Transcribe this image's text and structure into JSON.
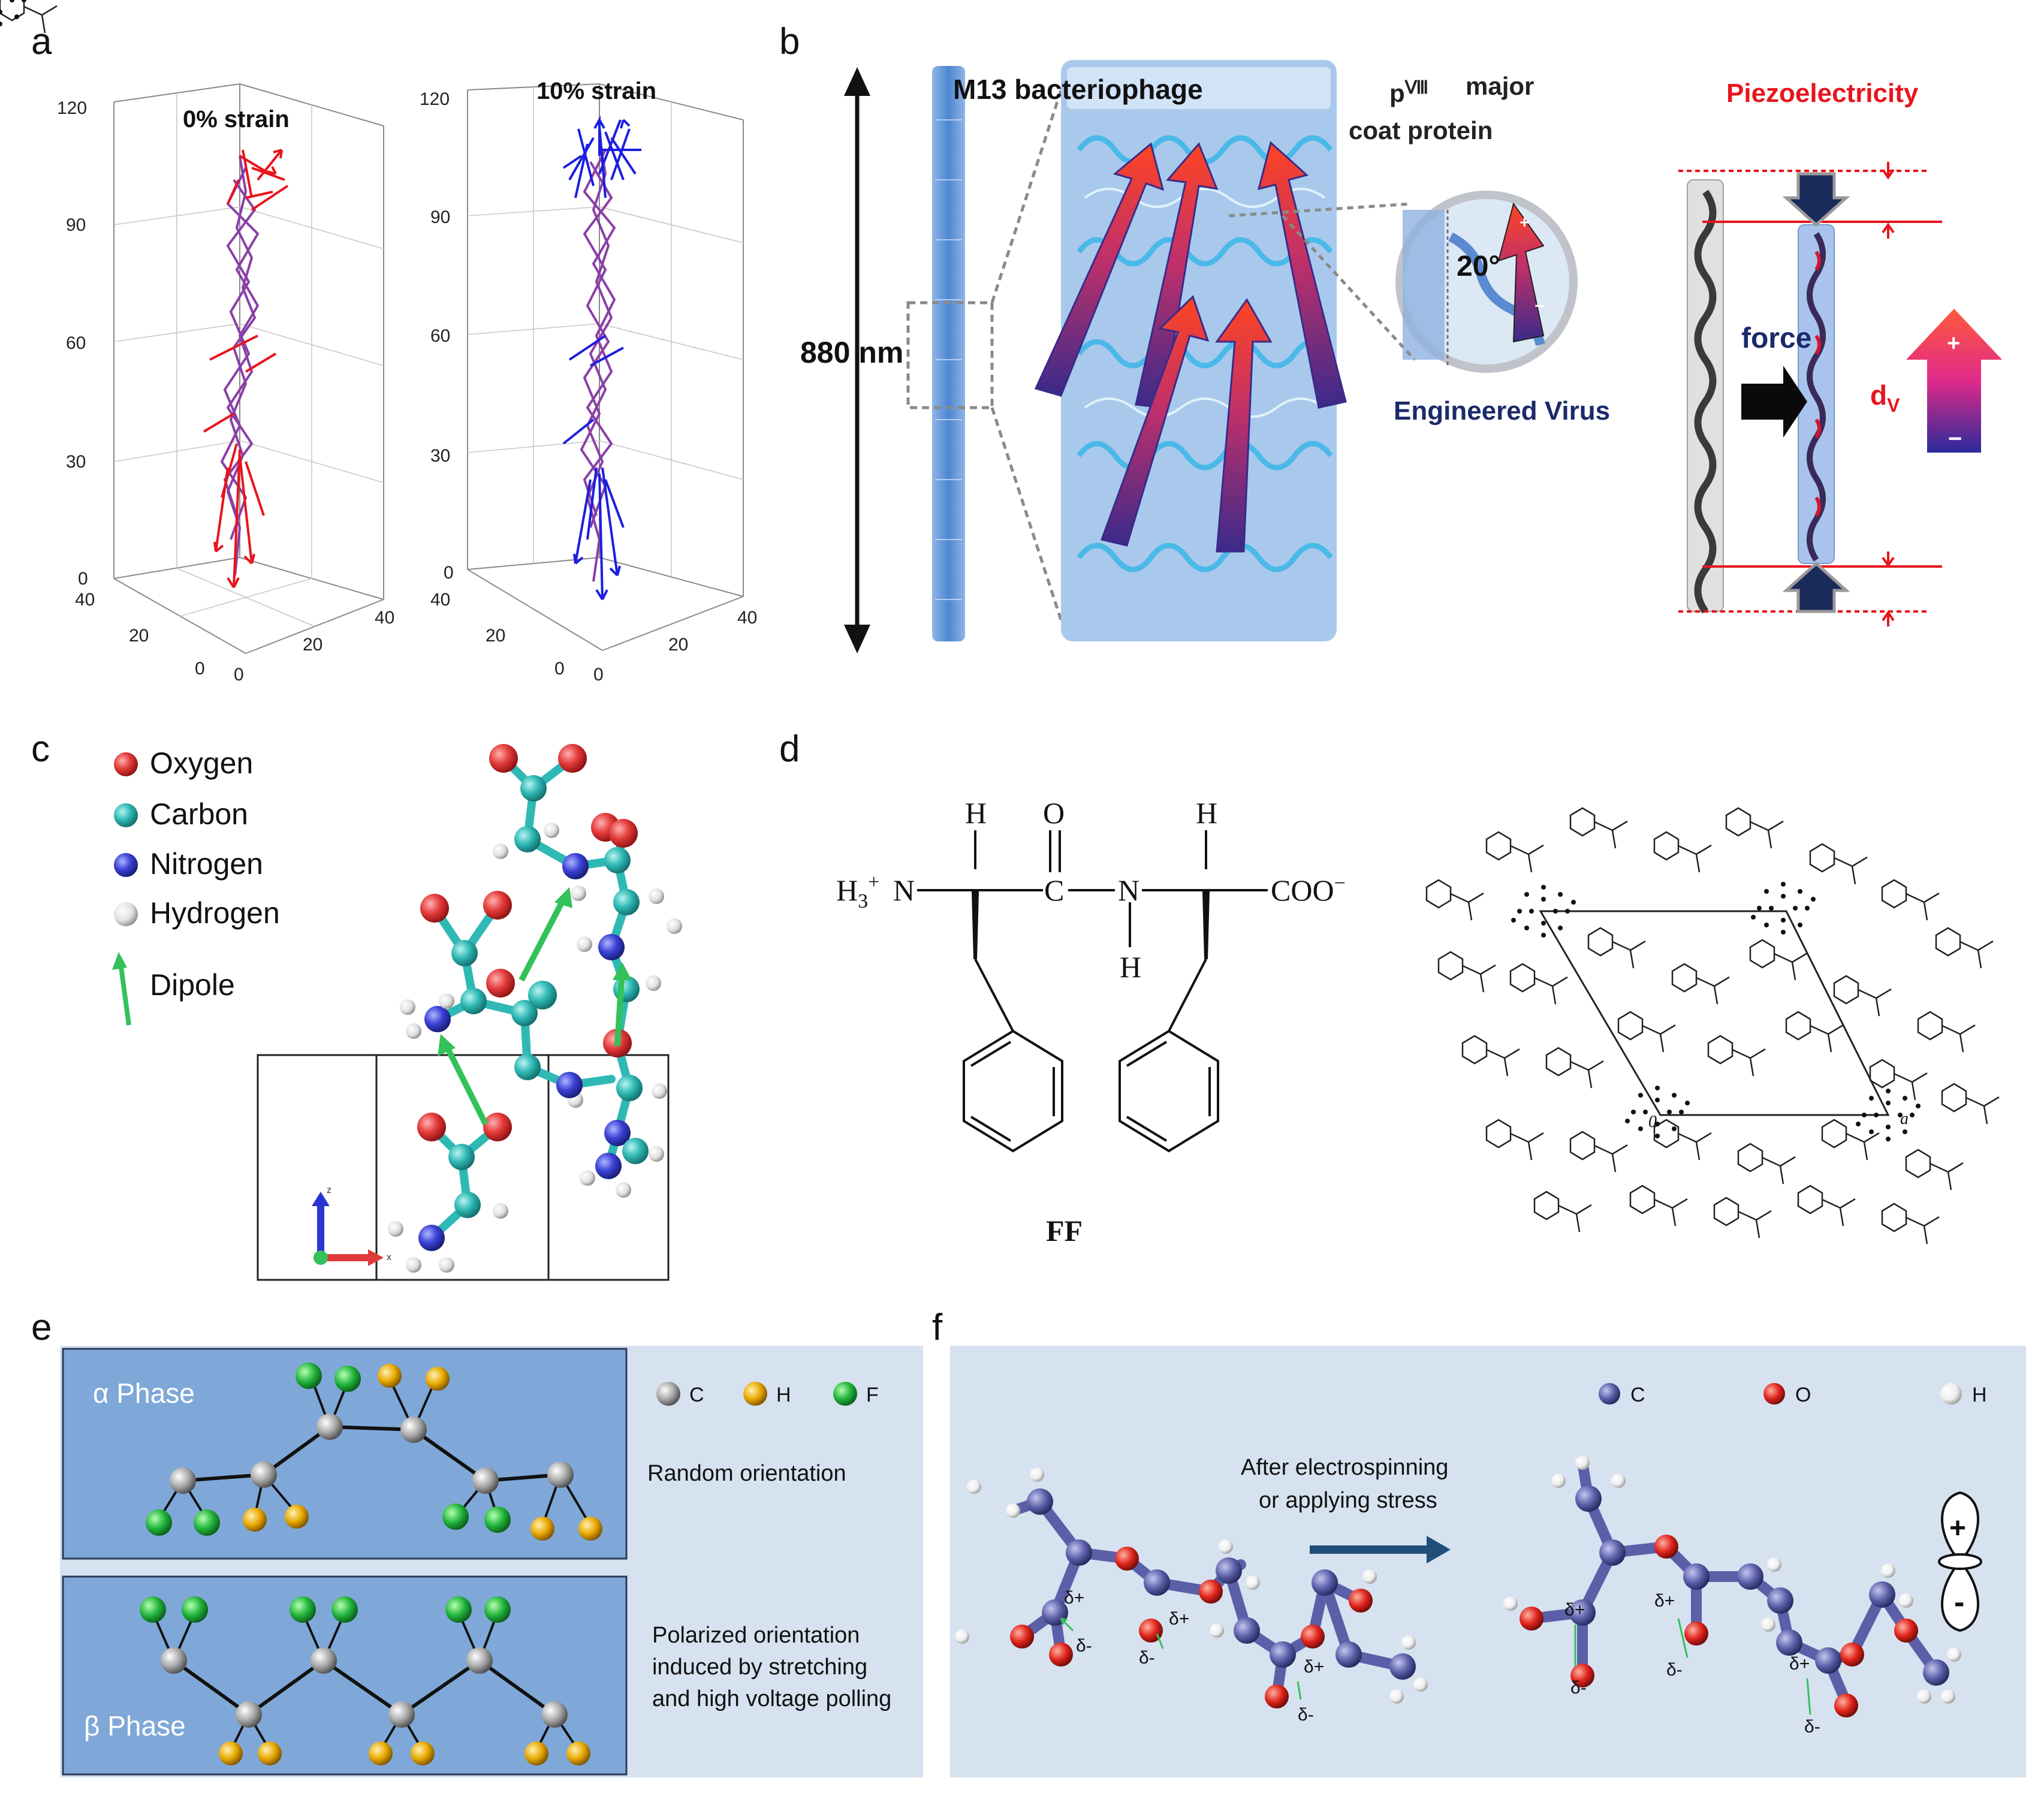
{
  "panels": {
    "a": {
      "label": "a",
      "left_title": "0% strain",
      "right_title": "10% strain",
      "z_ticks": [
        "0",
        "30",
        "60",
        "90",
        "120"
      ],
      "floor_ticks": [
        "40",
        "20",
        "0",
        "0",
        "20",
        "40"
      ],
      "colors": {
        "left": "#e8141c",
        "right": "#1b1ee0",
        "backbone": "#8a3fa6"
      }
    },
    "b": {
      "label": "b",
      "length_label": "880 nm",
      "phage_label": "M13 bacteriophage",
      "protein_label_1": "p",
      "protein_label_sup": "Ⅷ",
      "protein_label_2": "major",
      "protein_label_3": "coat protein",
      "angle_label": "20°",
      "virus_label": "Engineered Virus",
      "piezo_label": "Piezoelectricity",
      "force_label": "force",
      "dv_label": "d",
      "dv_sub": "V",
      "plus": "+",
      "minus": "−"
    },
    "c": {
      "label": "c",
      "legend": [
        {
          "label": "Oxygen",
          "color": "#e43a3a"
        },
        {
          "label": "Carbon",
          "color": "#2fb9b5"
        },
        {
          "label": "Nitrogen",
          "color": "#3b42d6"
        },
        {
          "label": "Hydrogen",
          "color": "#e8e8e8"
        },
        {
          "label": "Dipole",
          "color": "#33c15a"
        }
      ],
      "axis_z": "z",
      "axis_x": "x"
    },
    "d": {
      "label": "d",
      "h_top_left": "H",
      "o_top": "O",
      "h_top_right": "H",
      "h3n": "H",
      "h3n_sub": "3",
      "h3n_sup": "+",
      "n1": "N",
      "c_mid": "C",
      "n_mid": "N",
      "h_bottom": "H",
      "coo": "COO",
      "coo_sup": "−",
      "caption": "FF",
      "crystal_o": "0",
      "crystal_a": "a"
    },
    "e": {
      "label": "e",
      "alpha_label": "α Phase",
      "beta_label": "β Phase",
      "legend": [
        {
          "label": "C",
          "color": "#9a9a9a"
        },
        {
          "label": "H",
          "color": "#e8a800"
        },
        {
          "label": "F",
          "color": "#21b43c"
        }
      ],
      "alpha_desc": "Random orientation",
      "beta_desc_1": "Polarized orientation",
      "beta_desc_2": "induced by stretching",
      "beta_desc_3": "and high voltage polling"
    },
    "f": {
      "label": "f",
      "legend": [
        {
          "label": "C",
          "color": "#5b5fa8"
        },
        {
          "label": "O",
          "color": "#e0241c"
        },
        {
          "label": "H",
          "color": "#eeeeee"
        }
      ],
      "process_1": "After electrospinning",
      "process_2": "or applying stress",
      "delta_plus": "δ+",
      "delta_minus": "δ-",
      "pol_plus": "+",
      "pol_minus": "-"
    }
  }
}
